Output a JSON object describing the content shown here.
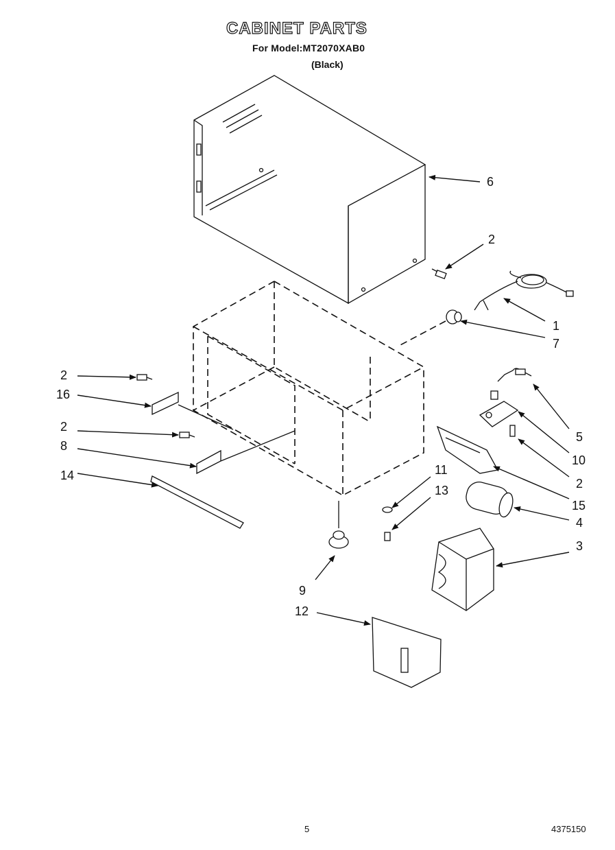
{
  "header": {
    "title": "CABINET PARTS",
    "model_line": "For Model:MT2070XAB0",
    "color_line": "(Black)"
  },
  "callouts": [
    "6",
    "2",
    "1",
    "7",
    "2",
    "16",
    "2",
    "8",
    "5",
    "10",
    "2",
    "14",
    "15",
    "11",
    "13",
    "4",
    "3",
    "9",
    "12"
  ],
  "footer": {
    "page_number": "5",
    "doc_code": "4375150"
  }
}
